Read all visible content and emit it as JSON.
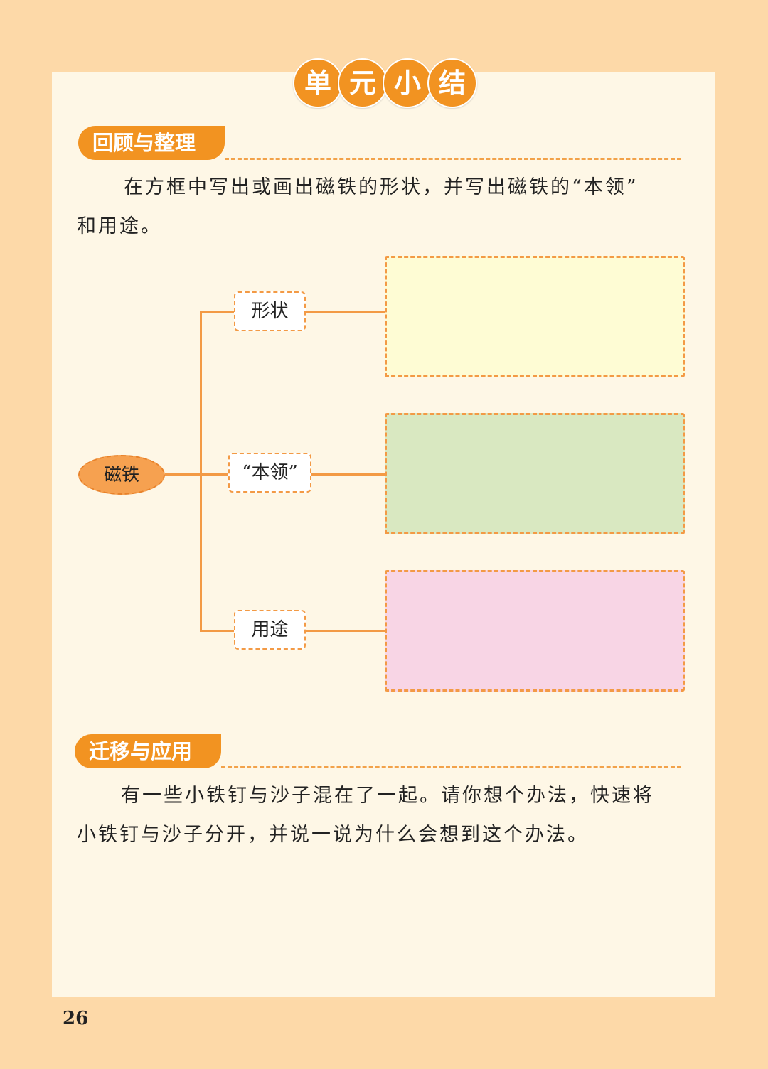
{
  "unit_title": [
    "单",
    "元",
    "小",
    "结"
  ],
  "section1": {
    "tag": "回顾与整理",
    "instruction_lines": [
      "在方框中写出或画出磁铁的形状，并写出磁铁的“本领”",
      "和用途。"
    ]
  },
  "mindmap": {
    "root": "磁铁",
    "branches": [
      {
        "label": "形状",
        "box_color": "#fefcd4"
      },
      {
        "label": "“本领”",
        "box_color": "#d9e8c1"
      },
      {
        "label": "用途",
        "box_color": "#f8d5e5"
      }
    ]
  },
  "section2": {
    "tag": "迁移与应用",
    "question_lines": [
      "有一些小铁钉与沙子混在了一起。请你想个办法，快速将",
      "小铁钉与沙子分开，并说一说为什么会想到这个办法。"
    ]
  },
  "page_number": "26"
}
